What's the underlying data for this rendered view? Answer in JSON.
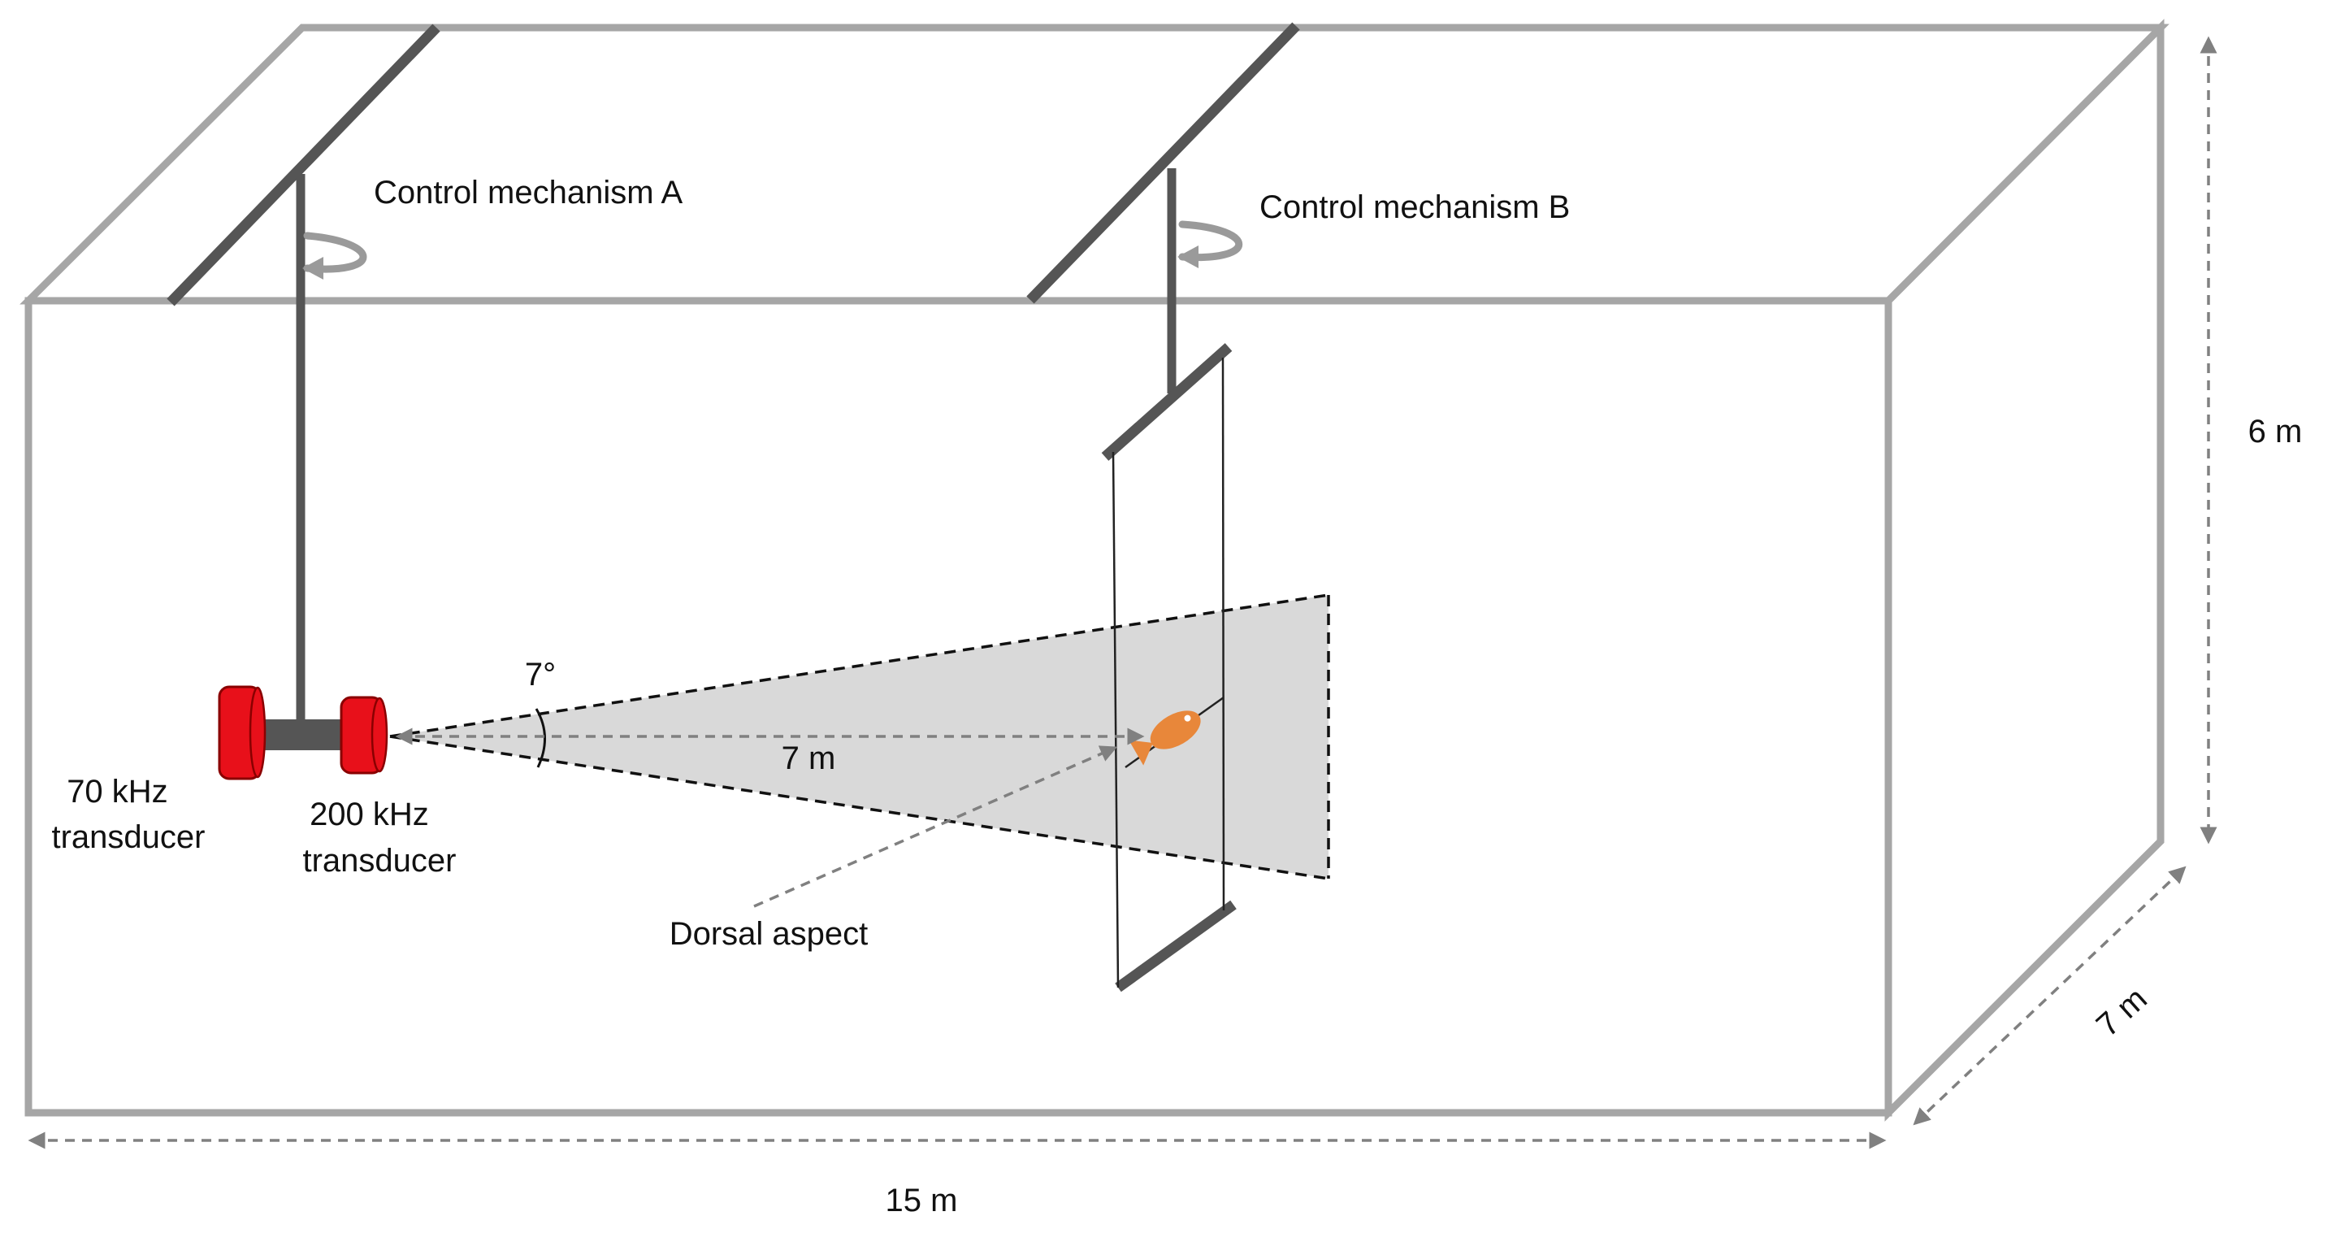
{
  "labels": {
    "control_a": "Control mechanism A",
    "control_b": "Control mechanism B",
    "height": "6 m",
    "depth": "7 m",
    "length": "15 m",
    "beam_angle": "7°",
    "range": "7 m",
    "transducer_70": [
      "70 kHz",
      "transducer"
    ],
    "transducer_200": [
      "200 kHz",
      "transducer"
    ],
    "dorsal": "Dorsal aspect"
  },
  "colors": {
    "tank_edge": "#a6a6a6",
    "rod": "#555555",
    "beam_fill": "#d9d9d9",
    "transducer": "#e8101a",
    "fish": "#e8873a",
    "arrow": "#808080"
  }
}
